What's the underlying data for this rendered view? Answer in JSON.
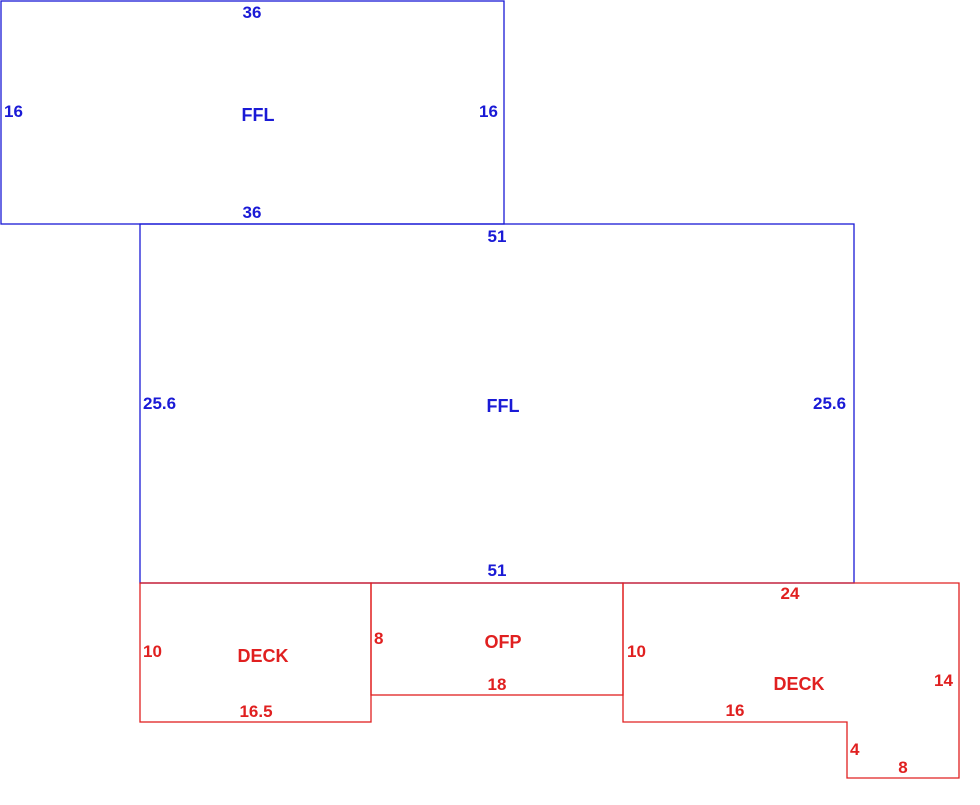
{
  "colors": {
    "living": "#1a1ad6",
    "exterior": "#e02020",
    "background": "#ffffff"
  },
  "areas": [
    {
      "id": "ffl-upper",
      "type": "living",
      "name": "FFL",
      "dimensions": [
        "36",
        "16",
        "16",
        "36"
      ]
    },
    {
      "id": "ffl-main",
      "type": "living",
      "name": "FFL",
      "dimensions": [
        "51",
        "25.6",
        "25.6",
        "51"
      ]
    },
    {
      "id": "deck-left",
      "type": "exterior",
      "name": "DECK",
      "dimensions": [
        "10",
        "16.5"
      ]
    },
    {
      "id": "ofp",
      "type": "exterior",
      "name": "OFP",
      "dimensions": [
        "8",
        "18"
      ]
    },
    {
      "id": "deck-right",
      "type": "exterior",
      "name": "DECK",
      "dimensions": [
        "24",
        "10",
        "14",
        "16",
        "4",
        "8"
      ]
    }
  ]
}
